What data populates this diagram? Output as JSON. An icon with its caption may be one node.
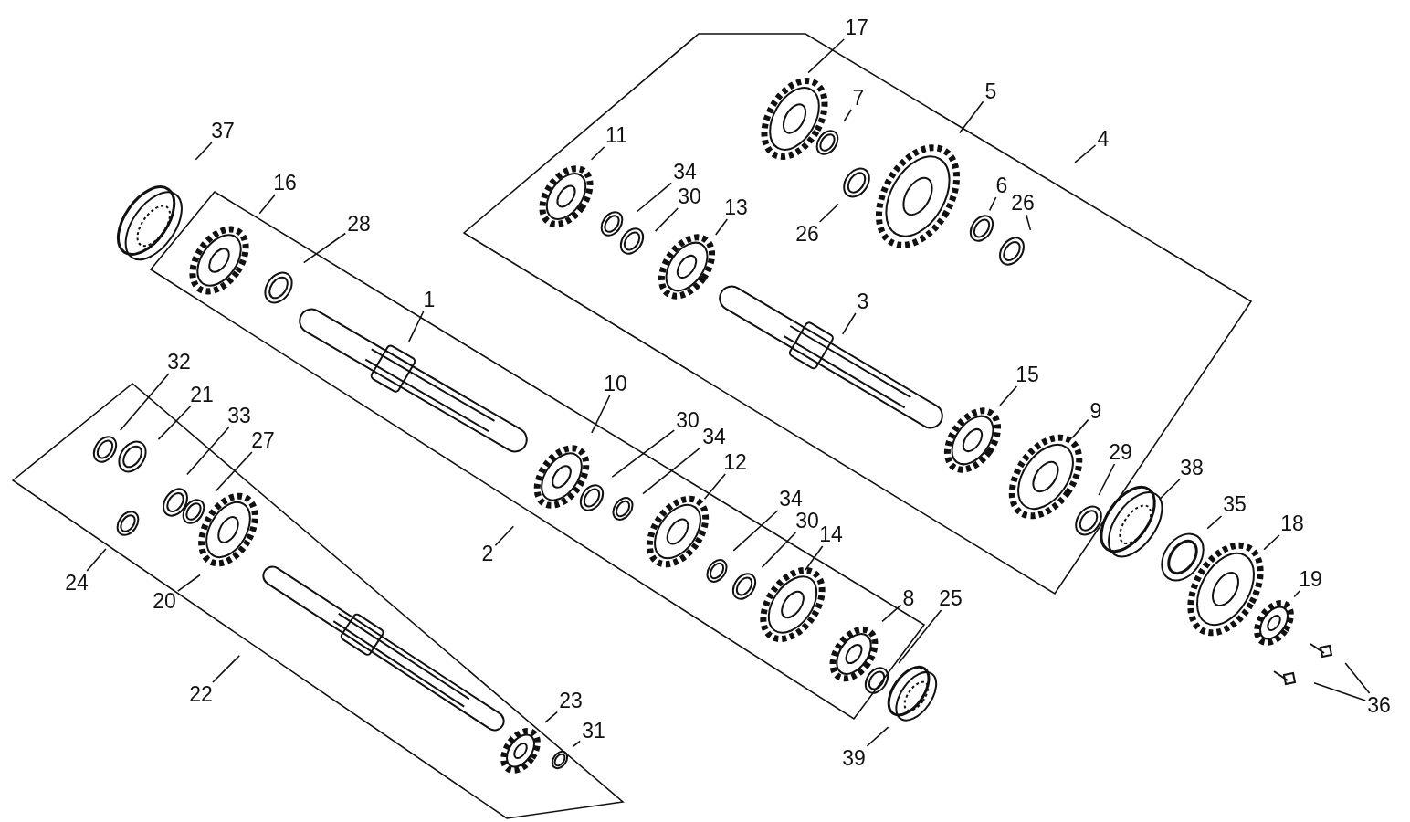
{
  "diagram": {
    "nodes": [
      {
        "text": [
          "17"
        ]
      },
      {
        "text": [
          "7"
        ]
      },
      {
        "text": [
          "5"
        ]
      },
      {
        "text": [
          "37"
        ]
      },
      {
        "text": [
          "11"
        ]
      },
      {
        "text": [
          "4"
        ]
      },
      {
        "text": [
          "34"
        ]
      },
      {
        "text": [
          "16"
        ]
      },
      {
        "text": [
          "6"
        ]
      },
      {
        "text": [
          "30"
        ]
      },
      {
        "text": [
          "13"
        ]
      },
      {
        "text": [
          "26"
        ]
      },
      {
        "text": [
          "26"
        ]
      },
      {
        "text": [
          "28"
        ]
      },
      {
        "text": [
          "1"
        ]
      },
      {
        "text": [
          "3"
        ]
      },
      {
        "text": [
          "32"
        ]
      },
      {
        "text": [
          "15"
        ]
      },
      {
        "text": [
          "10"
        ]
      },
      {
        "text": [
          "21"
        ]
      },
      {
        "text": [
          "9"
        ]
      },
      {
        "text": [
          "33"
        ]
      },
      {
        "text": [
          "30"
        ]
      },
      {
        "text": [
          "34"
        ]
      },
      {
        "text": [
          "27"
        ]
      },
      {
        "text": [
          "29"
        ]
      },
      {
        "text": [
          "12"
        ]
      },
      {
        "text": [
          "38"
        ]
      },
      {
        "text": [
          "34"
        ]
      },
      {
        "text": [
          "30"
        ]
      },
      {
        "text": [
          "18"
        ]
      },
      {
        "text": [
          "35"
        ]
      },
      {
        "text": [
          "14"
        ]
      },
      {
        "text": [
          "2"
        ]
      },
      {
        "text": [
          "24"
        ]
      },
      {
        "text": [
          "19"
        ]
      },
      {
        "text": [
          "8"
        ]
      },
      {
        "text": [
          "25"
        ]
      },
      {
        "text": [
          "20"
        ]
      },
      {
        "text": [
          "22"
        ]
      },
      {
        "text": [
          "23"
        ]
      },
      {
        "text": [
          "36"
        ]
      },
      {
        "text": [
          "31"
        ]
      },
      {
        "text": [
          "39"
        ]
      }
    ],
    "edges": [
      {
        "from": 0,
        "to": null,
        "arrow": "none"
      },
      {
        "from": 1,
        "to": null,
        "arrow": "none"
      },
      {
        "from": 2,
        "to": null,
        "arrow": "none"
      },
      {
        "from": 3,
        "to": null,
        "arrow": "none"
      },
      {
        "from": 4,
        "to": null,
        "arrow": "none"
      },
      {
        "from": 5,
        "to": null,
        "arrow": "none"
      },
      {
        "from": 6,
        "to": null,
        "arrow": "none"
      },
      {
        "from": 7,
        "to": null,
        "arrow": "none"
      },
      {
        "from": 8,
        "to": null,
        "arrow": "none"
      },
      {
        "from": 9,
        "to": null,
        "arrow": "none"
      },
      {
        "from": 10,
        "to": null,
        "arrow": "none"
      },
      {
        "from": 11,
        "to": null,
        "arrow": "none"
      },
      {
        "from": 12,
        "to": null,
        "arrow": "none"
      },
      {
        "from": 13,
        "to": null,
        "arrow": "none"
      },
      {
        "from": 14,
        "to": null,
        "arrow": "none"
      },
      {
        "from": 15,
        "to": null,
        "arrow": "none"
      },
      {
        "from": 16,
        "to": null,
        "arrow": "none"
      },
      {
        "from": 17,
        "to": null,
        "arrow": "none"
      },
      {
        "from": 18,
        "to": null,
        "arrow": "none"
      },
      {
        "from": 19,
        "to": null,
        "arrow": "none"
      },
      {
        "from": 20,
        "to": null,
        "arrow": "none"
      },
      {
        "from": 21,
        "to": null,
        "arrow": "none"
      },
      {
        "from": 22,
        "to": null,
        "arrow": "none"
      },
      {
        "from": 23,
        "to": null,
        "arrow": "none"
      },
      {
        "from": 24,
        "to": null,
        "arrow": "none"
      },
      {
        "from": 25,
        "to": null,
        "arrow": "none"
      },
      {
        "from": 26,
        "to": null,
        "arrow": "none"
      },
      {
        "from": 27,
        "to": null,
        "arrow": "none"
      },
      {
        "from": 28,
        "to": null,
        "arrow": "none"
      },
      {
        "from": 29,
        "to": null,
        "arrow": "none"
      },
      {
        "from": 30,
        "to": null,
        "arrow": "none"
      },
      {
        "from": 31,
        "to": null,
        "arrow": "none"
      },
      {
        "from": 32,
        "to": null,
        "arrow": "none"
      },
      {
        "from": 33,
        "to": null,
        "arrow": "none"
      },
      {
        "from": 34,
        "to": null,
        "arrow": "none"
      },
      {
        "from": 35,
        "to": null,
        "arrow": "none"
      },
      {
        "from": 36,
        "to": null,
        "arrow": "none"
      },
      {
        "from": 37,
        "to": null,
        "arrow": "none"
      },
      {
        "from": 38,
        "to": null,
        "arrow": "none"
      },
      {
        "from": 39,
        "to": null,
        "arrow": "none"
      },
      {
        "from": 40,
        "to": null,
        "arrow": "none"
      },
      {
        "from": 41,
        "to": null,
        "arrow": "none"
      },
      {
        "from": 41,
        "to": null,
        "arrow": "none"
      },
      {
        "from": 42,
        "to": null,
        "arrow": "none"
      },
      {
        "from": 43,
        "to": null,
        "arrow": "none"
      }
    ]
  }
}
